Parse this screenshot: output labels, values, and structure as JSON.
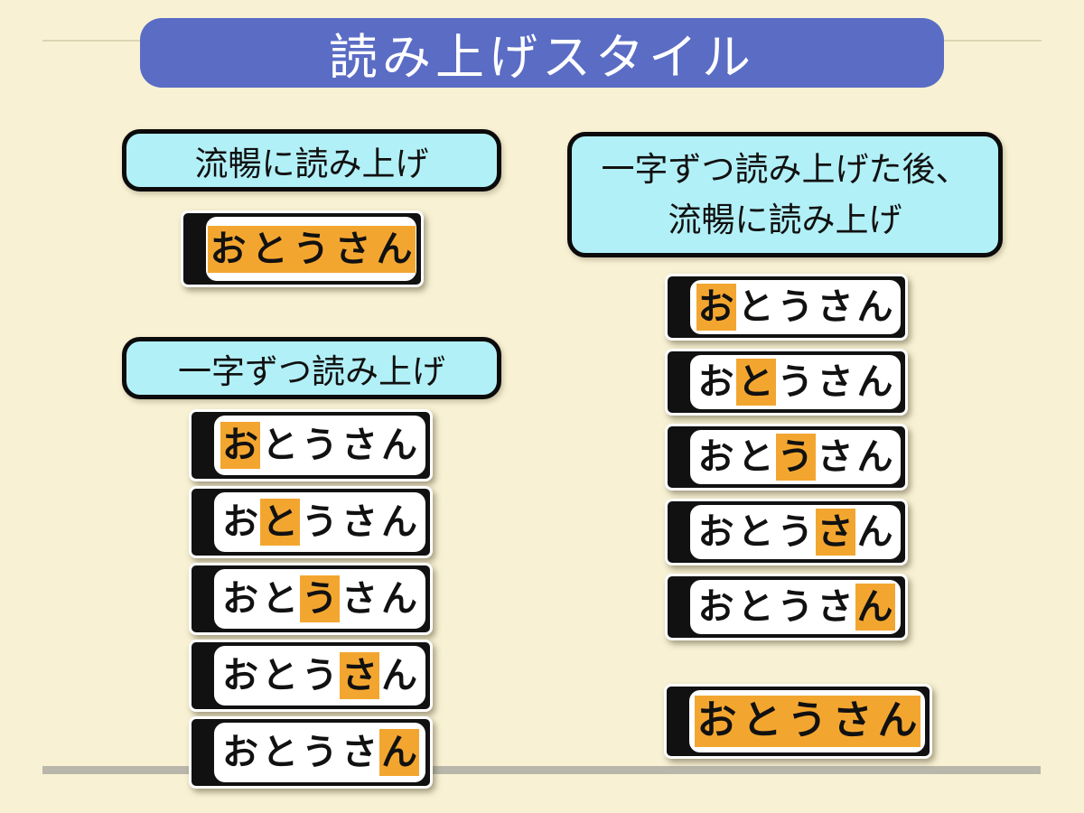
{
  "colors": {
    "background": "#f8f1d4",
    "title_bg": "#5a6cc4",
    "title_text": "#ffffff",
    "label_bg": "#b2f0f7",
    "highlight": "#f3a62f",
    "divider_top": "#dcd4b4",
    "divider_bottom": "#b9b7ab",
    "card_frame": "#111111",
    "card_face": "#ffffff"
  },
  "title": {
    "text": "読み上げスタイル"
  },
  "left_column": {
    "header_fluent": "流暢に読み上げ",
    "fluent_card": {
      "word": "おとうさん",
      "highlight": "all"
    },
    "header_char_by_char": "一字ずつ読み上げ",
    "char_cards": [
      {
        "word": "おとうさん",
        "highlight": 0
      },
      {
        "word": "おとうさん",
        "highlight": 1
      },
      {
        "word": "おとうさん",
        "highlight": 2
      },
      {
        "word": "おとうさん",
        "highlight": 3
      },
      {
        "word": "おとうさん",
        "highlight": 4
      }
    ]
  },
  "right_column": {
    "header_line1": "一字ずつ読み上げた後、",
    "header_line2": "流暢に読み上げ",
    "char_cards": [
      {
        "word": "おとうさん",
        "highlight": 0
      },
      {
        "word": "おとうさん",
        "highlight": 1
      },
      {
        "word": "おとうさん",
        "highlight": 2
      },
      {
        "word": "おとうさん",
        "highlight": 3
      },
      {
        "word": "おとうさん",
        "highlight": 4
      }
    ],
    "fluent_card": {
      "word": "おとうさん",
      "highlight": "all"
    }
  }
}
